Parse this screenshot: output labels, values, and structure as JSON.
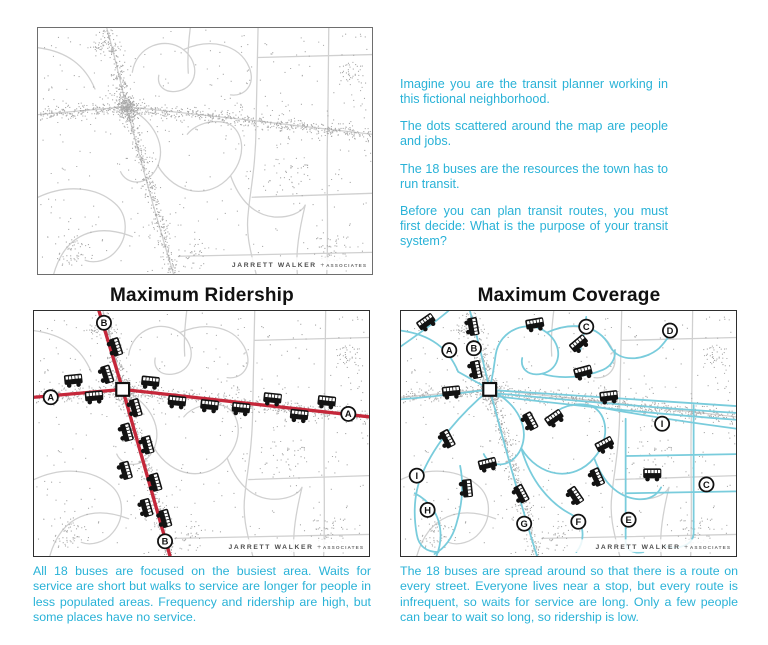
{
  "colors": {
    "accent_text": "#29b2d7",
    "ridership_route": "#c5273a",
    "coverage_route": "#79ccdc",
    "road": "#d0d0d0",
    "dot": "#a0a0a0",
    "bus": "#121212",
    "label_ink": "#111111",
    "attribution_ink": "#4c4c4c"
  },
  "bus_count": 18,
  "attribution": {
    "firm": "JARRETT WALKER",
    "plus": "+",
    "suffix": "ASSOCIATES"
  },
  "intro": {
    "paragraphs": [
      "Imagine you are the transit planner working in this fictional neighborhood.",
      "The dots scattered around the map are people and jobs.",
      "The 18 buses are the resources the town has to run transit.",
      "Before you can plan transit routes, you must first decide: What is the purpose of your transit system?"
    ]
  },
  "maps": {
    "density": {
      "name": "fictional neighborhood density map"
    },
    "ridership": {
      "title": "Maximum Ridership",
      "caption": "All 18 buses are focused on the busiest area. Waits for service are short but walks to service are longer for people in less populated areas. Frequency and ridership are high, but some places have no service.",
      "endpoint_labels": [
        "A",
        "A",
        "B",
        "B"
      ]
    },
    "coverage": {
      "title": "Maximum Coverage",
      "caption": "The 18 buses are spread around so that there is a route on every street. Everyone lives near a stop, but every route is infrequent, so waits for service are long. Only a few people can bear to wait so long, so ridership is low.",
      "stop_labels": [
        "A",
        "B",
        "C",
        "D",
        "I",
        "C",
        "I",
        "H",
        "G",
        "F",
        "E"
      ]
    }
  }
}
